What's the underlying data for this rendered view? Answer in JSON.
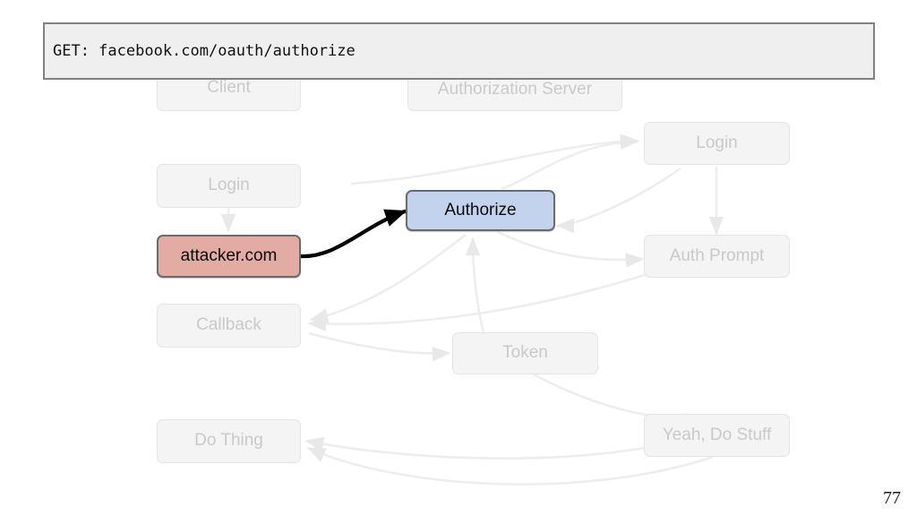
{
  "slide": {
    "page_number": "77",
    "background_color": "#ffffff"
  },
  "banner": {
    "text": "GET: facebook.com/oauth/authorize",
    "background_color": "#efefef",
    "border_color": "#818181",
    "text_color": "#111111"
  },
  "diagram": {
    "columns": [
      {
        "label": "Client"
      },
      {
        "label": "Authorization Server"
      }
    ],
    "nodes": [
      {
        "label": "Client",
        "state": "faded-header"
      },
      {
        "label": "Authorization Server",
        "state": "faded-header"
      },
      {
        "label": "Login",
        "state": "faded"
      },
      {
        "label": "attacker.com",
        "state": "highlight-red"
      },
      {
        "label": "Authorize",
        "state": "highlight-blue"
      },
      {
        "label": "Login",
        "state": "faded"
      },
      {
        "label": "Auth Prompt",
        "state": "faded"
      },
      {
        "label": "Callback",
        "state": "faded"
      },
      {
        "label": "Token",
        "state": "faded"
      },
      {
        "label": "Do Thing",
        "state": "faded"
      },
      {
        "label": "Yeah, Do Stuff",
        "state": "faded"
      }
    ],
    "highlight_colors": {
      "blue_fill": "#c3d3ed",
      "red_fill": "#e2aca4",
      "highlight_border": "#6b6b6b",
      "faded_fill": "#f4f4f4",
      "faded_border": "#e4e4e4",
      "faded_text": "#c9c9c9",
      "connector_faded": "#ededed",
      "connector_active": "#000000"
    },
    "active_edge": {
      "from": "attacker.com",
      "to": "Authorize"
    }
  }
}
